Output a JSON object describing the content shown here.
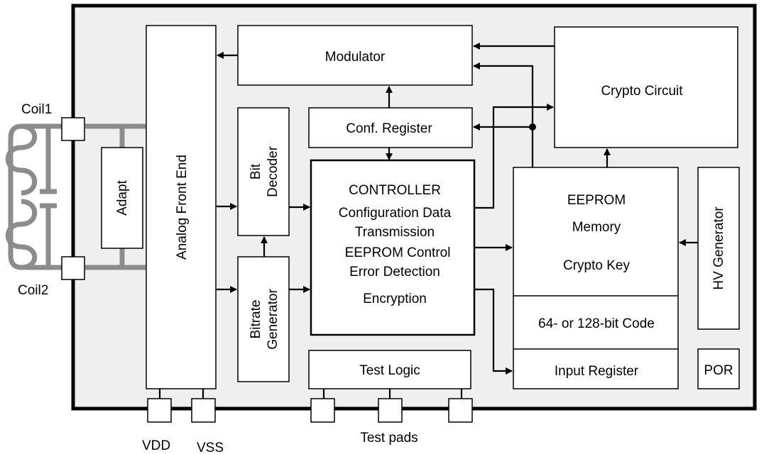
{
  "pins": {
    "coil1": "Coil1",
    "coil2": "Coil2",
    "vdd": "VDD",
    "vss": "VSS",
    "test_pads": "Test pads"
  },
  "blocks": {
    "adapt": "Adapt",
    "analog_front_end": "Analog Front End",
    "modulator": "Modulator",
    "bit_decoder": [
      "Bit",
      "Decoder"
    ],
    "bitrate_generator": [
      "Bitrate",
      "Generator"
    ],
    "conf_register": "Conf. Register",
    "controller": {
      "title": "CONTROLLER",
      "lines": [
        "Configuration Data",
        "Transmission",
        "EEPROM Control",
        "Error Detection",
        "Encryption"
      ]
    },
    "crypto_circuit": "Crypto Circuit",
    "eeprom": [
      "EEPROM",
      "Memory",
      "Crypto Key"
    ],
    "code": "64- or 128-bit Code",
    "input_register": "Input Register",
    "hv_generator": "HV Generator",
    "test_logic": "Test Logic",
    "por": "POR"
  },
  "colors": {
    "chip_fill": "#efefef",
    "coil_wire": "#8c8c8c",
    "line": "#000000"
  }
}
